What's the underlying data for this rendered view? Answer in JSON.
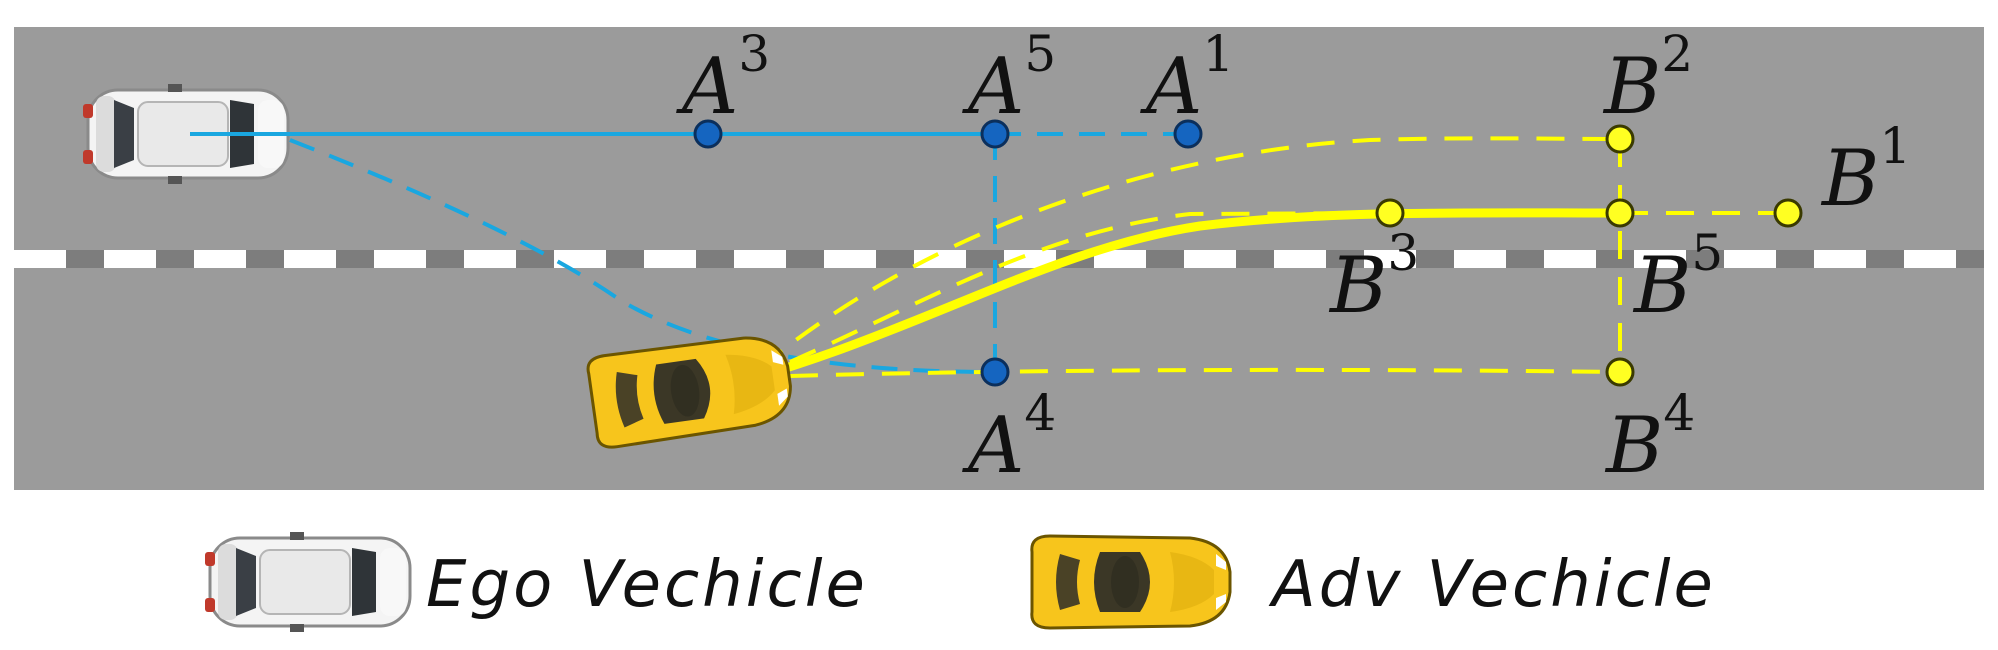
{
  "colors": {
    "road": "#9b9b9b",
    "lane_marking": "#ffffff",
    "ego_path": "#1aa7e0",
    "ego_point": "#1565c0",
    "adv_path": "#ffff00",
    "adv_point": "#ffff22",
    "adv_car": "#f7c51c",
    "ego_car": "#f2f2f2"
  },
  "ego_points": [
    {
      "base": "A",
      "sup": "3"
    },
    {
      "base": "A",
      "sup": "5"
    },
    {
      "base": "A",
      "sup": "1"
    },
    {
      "base": "A",
      "sup": "4"
    }
  ],
  "adv_points": [
    {
      "base": "B",
      "sup": "2"
    },
    {
      "base": "B",
      "sup": "1"
    },
    {
      "base": "B",
      "sup": "3"
    },
    {
      "base": "B",
      "sup": "5"
    },
    {
      "base": "B",
      "sup": "4"
    }
  ],
  "legend": {
    "ego_label": "Ego Vechicle",
    "adv_label": "Adv Vechicle",
    "ego_icon": "white-car-icon",
    "adv_icon": "yellow-sports-car-icon"
  }
}
